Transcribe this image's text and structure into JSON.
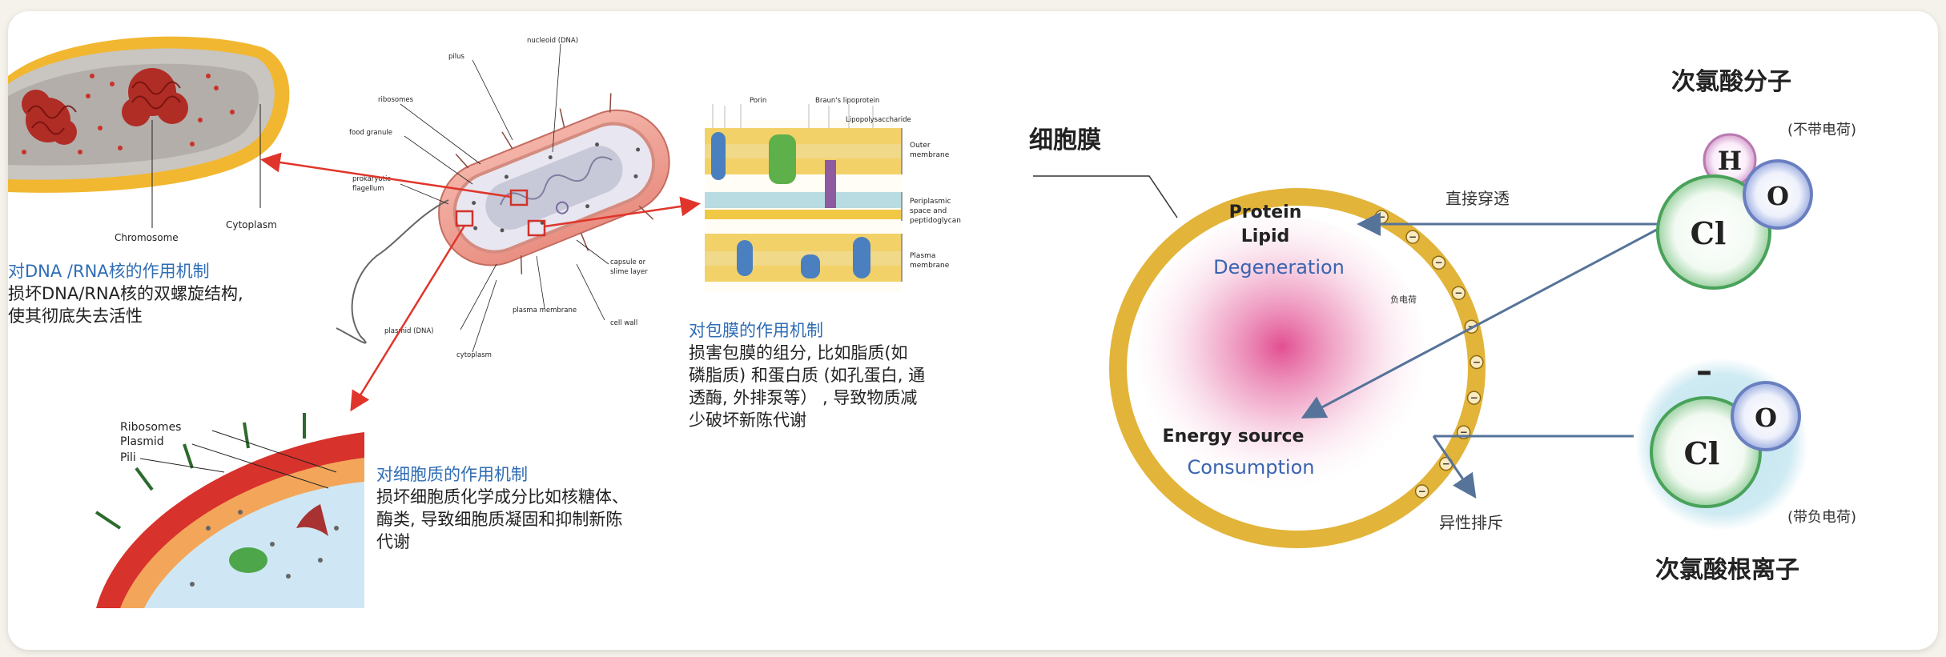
{
  "left": {
    "chromosome_panel": {
      "labels": {
        "chromosome": "Chromosome",
        "cytoplasm": "Cytoplasm"
      },
      "caption_title": "对DNA /RNA核的作用机制",
      "caption_lines": [
        "损坏DNA/RNA核的双螺旋结构,",
        "使其彻底失去活性"
      ]
    },
    "bacterium": {
      "labels": {
        "pilus": "pilus",
        "nucleoid": "nucleoid (DNA)",
        "ribosomes": "ribosomes",
        "food_granule": "food granule",
        "flagellum_1": "prokaryotic",
        "flagellum_2": "flagellum",
        "capsule_1": "capsule or",
        "capsule_2": "slime layer",
        "cell_wall": "cell wall",
        "plasma_membrane": "plasma membrane",
        "plasmid": "plasmid (DNA)",
        "cytoplasm": "cytoplasm"
      }
    },
    "membrane_panel": {
      "labels": {
        "porin": "Porin",
        "lipoprotein": "Braun's lipoprotein",
        "lps": "Lipopolysaccharide",
        "outer_1": "Outer",
        "outer_2": "membrane",
        "peri_1": "Periplasmic",
        "peri_2": "space and",
        "peri_3": "peptidoglycan",
        "plasma_1": "Plasma",
        "plasma_2": "membrane"
      },
      "caption_title": "对包膜的作用机制",
      "caption_lines": [
        "损害包膜的组分, 比如脂质(如",
        "磷脂质) 和蛋白质 (如孔蛋白, 通",
        "透酶, 外排泵等） , 导致物质减",
        "少破坏新陈代谢"
      ]
    },
    "cytoplasm_panel": {
      "labels": {
        "ribosomes": "Ribosomes",
        "plasmid": "Plasmid",
        "pili": "Pili"
      },
      "caption_title": "对细胞质的作用机制",
      "caption_lines": [
        "损坏细胞质化学成分比如核糖体、",
        "酶类, 导致细胞质凝固和抑制新陈",
        "代谢"
      ]
    }
  },
  "right": {
    "membrane_title": "细胞膜",
    "inner_lines": {
      "protein": "Protein",
      "lipid": "Lipid",
      "degeneration": "Degeneration",
      "energy": "Energy source",
      "consumption": "Consumption"
    },
    "negative_charge_label": "负电荷",
    "direct_penetration": "直接穿透",
    "repulsion": "异性排斥",
    "hocl": {
      "title": "次氯酸分子",
      "note": "(不带电荷)",
      "atom_h": "H",
      "atom_cl": "Cl",
      "atom_o": "O"
    },
    "ocl": {
      "title": "次氯酸根离子",
      "note": "(带负电荷)",
      "atom_cl": "Cl",
      "atom_o": "O",
      "charge_sign": "–"
    },
    "charge_symbol": "−",
    "colors": {
      "caption_blue": "#2f6db5",
      "membrane_gold": "#e2b43a",
      "core_pink": "#e0468c",
      "arrow": "#56739a",
      "cl_green": "#49a25a",
      "o_blue": "#6a7fc0",
      "h_pink": "#b979b0"
    }
  }
}
